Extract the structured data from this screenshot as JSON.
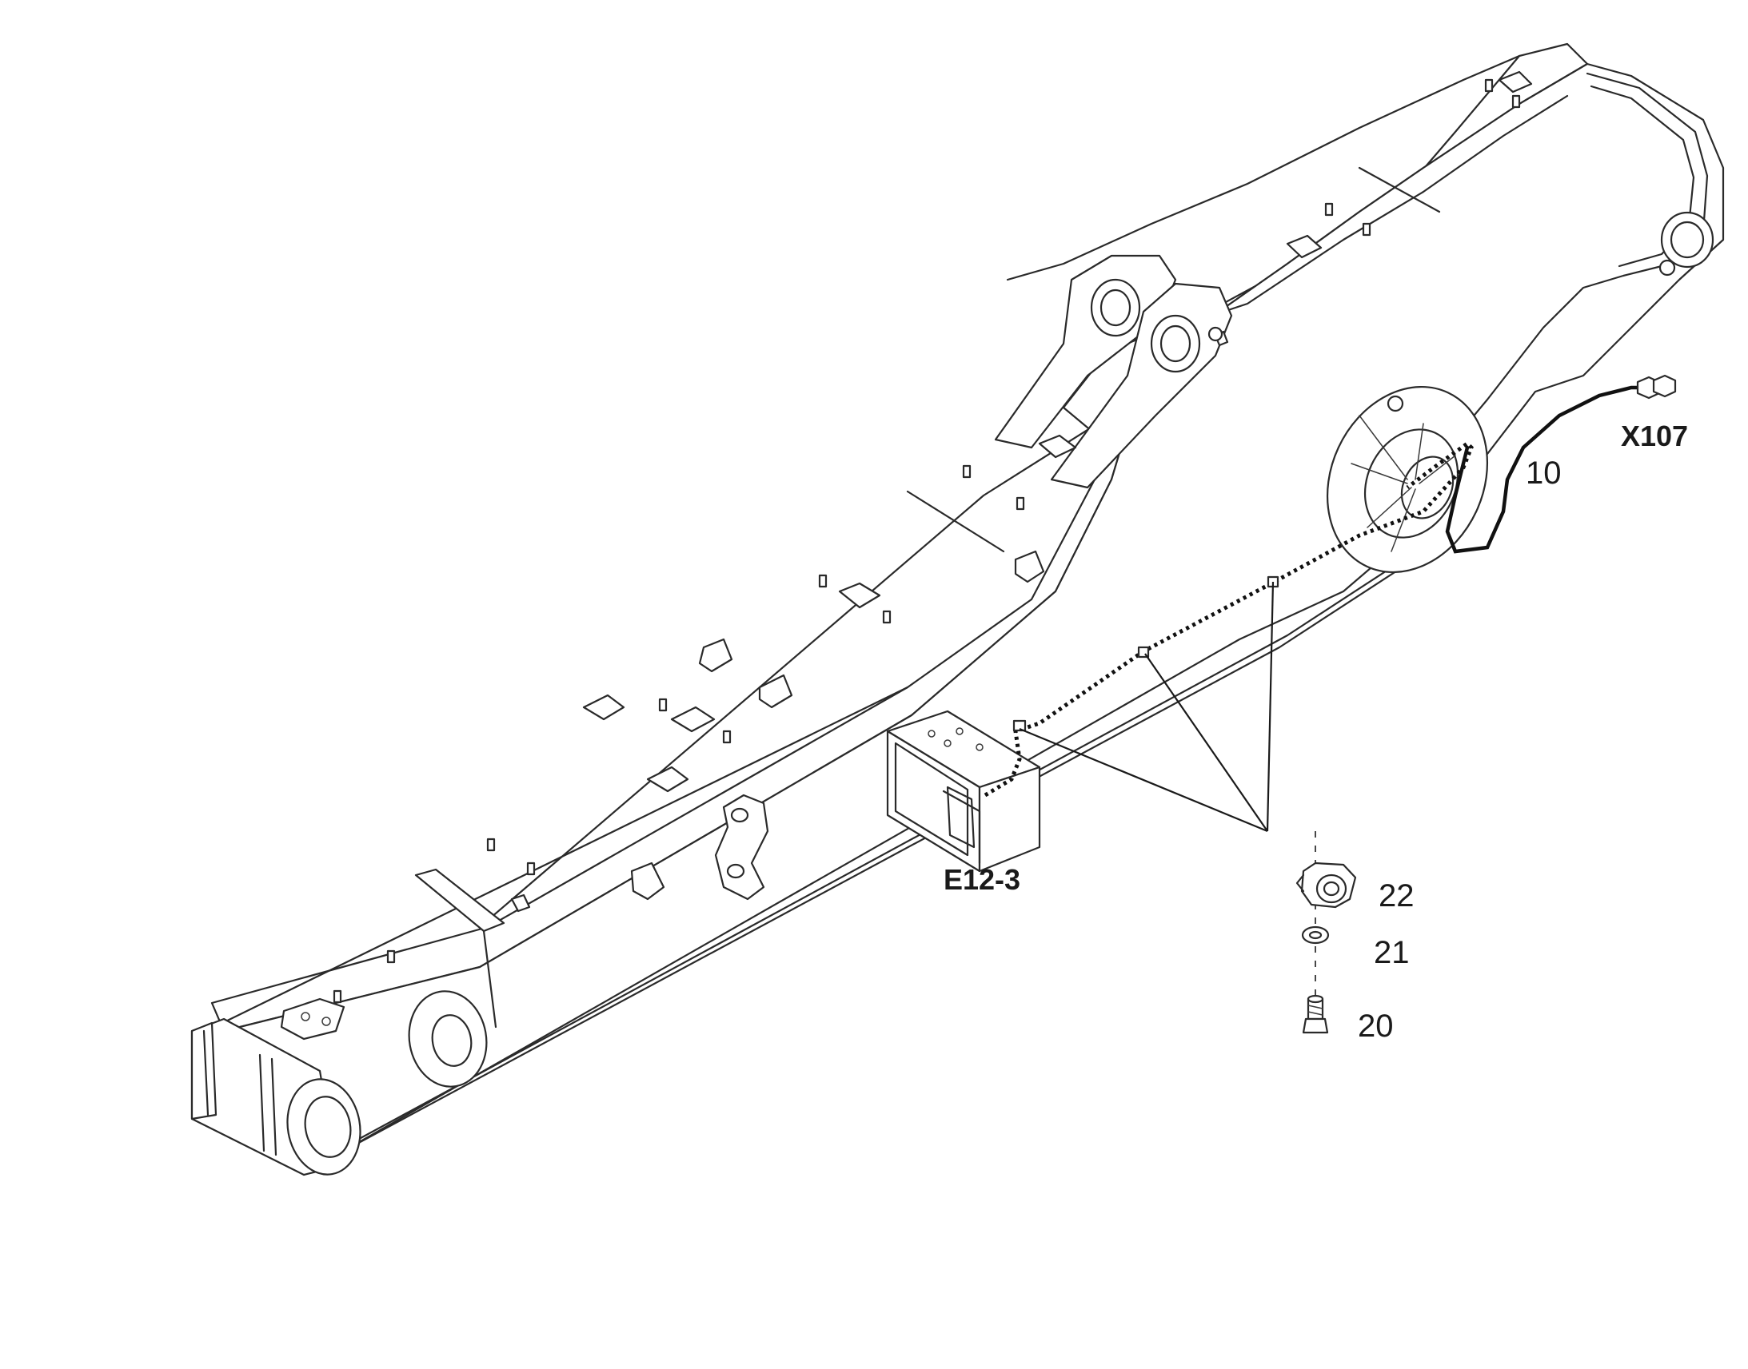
{
  "labels": {
    "x107": "X107",
    "ref_10": "10",
    "e12_3": "E12-3",
    "ref_22": "22",
    "ref_21": "21",
    "ref_20": "20"
  },
  "colors": {
    "line": "#2a2a2a",
    "cable": "#111111",
    "background": "#ffffff"
  }
}
